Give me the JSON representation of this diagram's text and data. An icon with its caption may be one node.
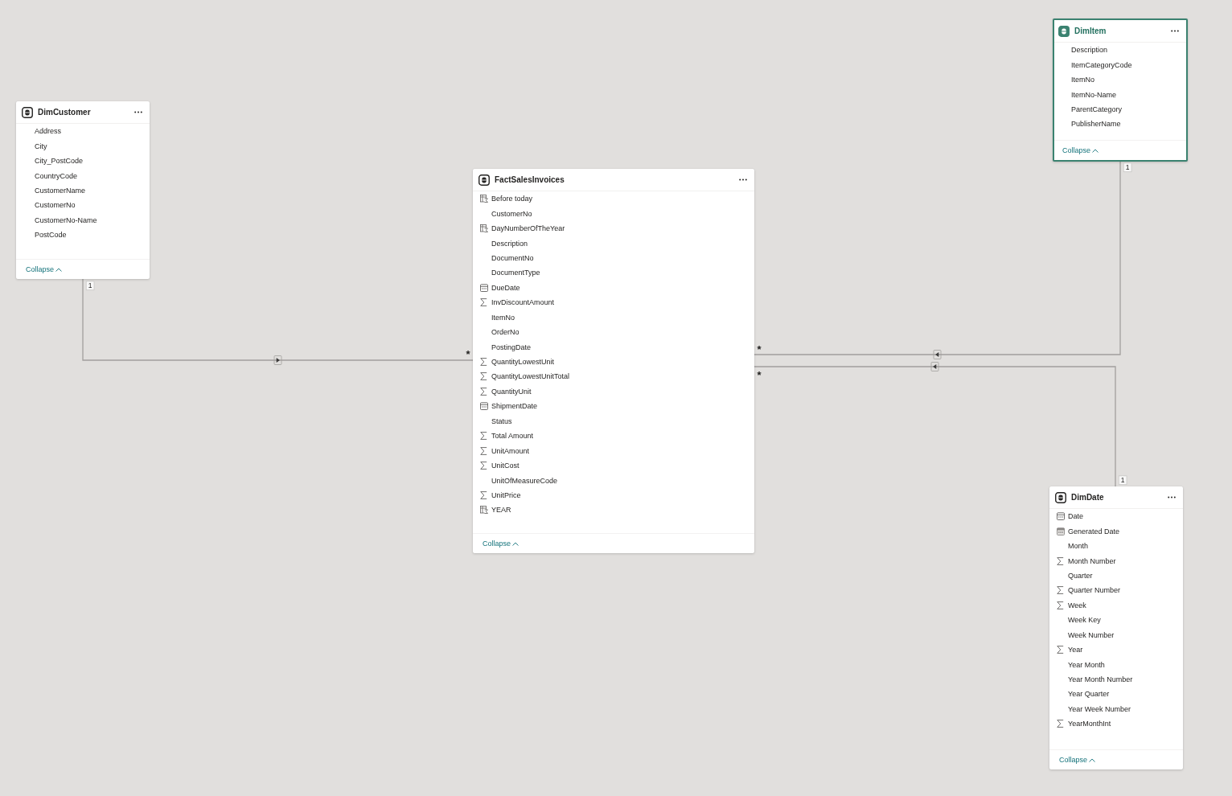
{
  "diagram": {
    "nodes": [
      {
        "text": [
          "DimCustomer",
          "Address",
          "City",
          "City_PostCode",
          "CountryCode",
          "CustomerName",
          "CustomerNo",
          "CustomerNo-Name",
          "PostCode",
          "Collapse"
        ]
      },
      {
        "text": [
          "FactSalesInvoices",
          "Before today",
          "CustomerNo",
          "DayNumberOfTheYear",
          "Description",
          "DocumentNo",
          "DocumentType",
          "DueDate",
          "InvDiscountAmount",
          "ItemNo",
          "OrderNo",
          "PostingDate",
          "QuantityLowestUnit",
          "QuantityLowestUnitTotal",
          "QuantityUnit",
          "ShipmentDate",
          "Status",
          "Total Amount",
          "UnitAmount",
          "UnitCost",
          "UnitOfMeasureCode",
          "UnitPrice",
          "YEAR",
          "Collapse"
        ]
      },
      {
        "text": [
          "DimItem",
          "Description",
          "ItemCategoryCode",
          "ItemNo",
          "ItemNo-Name",
          "ParentCategory",
          "PublisherName",
          "Collapse"
        ]
      },
      {
        "text": [
          "DimDate",
          "Date",
          "Generated Date",
          "Month",
          "Month Number",
          "Quarter",
          "Quarter Number",
          "Week",
          "Week Key",
          "Week Number",
          "Year",
          "Year Month",
          "Year Month Number",
          "Year Quarter",
          "Year Week Number",
          "YearMonthInt",
          "Collapse"
        ]
      }
    ],
    "edges": [
      {
        "from": 0,
        "to": 1,
        "arrow": "to"
      },
      {
        "from": 2,
        "to": 1,
        "arrow": "to"
      },
      {
        "from": 3,
        "to": 1,
        "arrow": "to"
      }
    ],
    "labels": [
      "1",
      "1",
      "*",
      "*",
      "*",
      "1"
    ]
  }
}
